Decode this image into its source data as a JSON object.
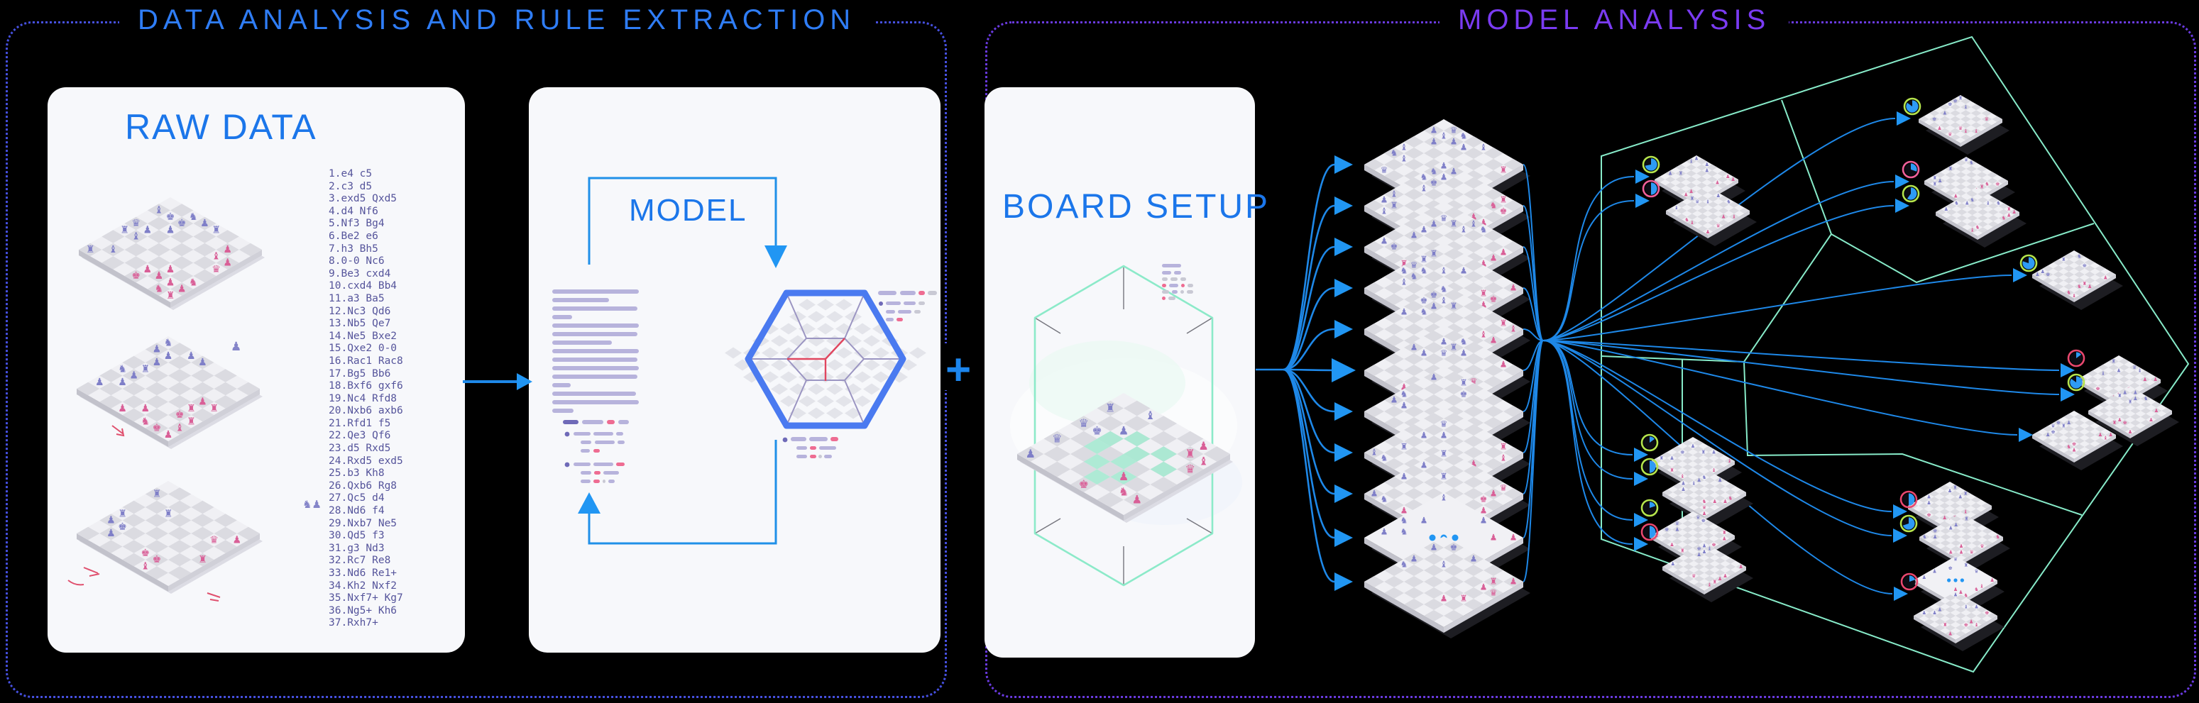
{
  "sections": {
    "left": {
      "title": "DATA ANALYSIS AND RULE EXTRACTION"
    },
    "right": {
      "title": "MODEL ANALYSIS"
    }
  },
  "panels": {
    "raw_data": {
      "title": "RAW DATA"
    },
    "model": {
      "title": "MODEL"
    },
    "board_setup": {
      "title": "BOARD SETUP"
    }
  },
  "moves": [
    "1.e4 c5",
    "2.c3 d5",
    "3.exd5 Qxd5",
    "4.d4 Nf6",
    "5.Nf3 Bg4",
    "6.Be2 e6",
    "7.h3 Bh5",
    "8.0-0 Nc6",
    "9.Be3 cxd4",
    "10.cxd4 Bb4",
    "11.a3 Ba5",
    "12.Nc3 Qd6",
    "13.Nb5 Qe7",
    "14.Ne5 Bxe2",
    "15.Qxe2 0-0",
    "16.Rac1 Rac8",
    "17.Bg5 Bb6",
    "18.Bxf6 gxf6",
    "19.Nc4 Rfd8",
    "20.Nxb6 axb6",
    "21.Rfd1 f5",
    "22.Qe3 Qf6",
    "23.d5 Rxd5",
    "24.Rxd5 exd5",
    "25.b3 Kh8",
    "26.Qxb6 Rg8",
    "27.Qc5 d4",
    "28.Nd6 f4",
    "29.Nxb7 Ne5",
    "30.Qd5 f3",
    "31.g3 Nd3",
    "32.Rc7 Re8",
    "33.Nd6 Re1+",
    "34.Kh2 Nxf2",
    "35.Nxf7+ Kg7",
    "36.Ng5+ Kh6",
    "37.Rxh7+"
  ],
  "connector": {
    "plus": "+"
  },
  "stack": {
    "board_count": 11,
    "ellipsis": "..."
  },
  "tree": {
    "ellipsis": "...",
    "nodes": [
      {
        "id": "node-1",
        "boards": 2,
        "pies": [
          {
            "ring": "green",
            "share": 0.72
          },
          {
            "ring": "pink",
            "share": 0.5
          }
        ]
      },
      {
        "id": "node-2",
        "boards": 1,
        "pies": [
          {
            "ring": "green",
            "share": 0.85
          }
        ]
      },
      {
        "id": "node-3",
        "boards": 2,
        "pies": [
          {
            "ring": "pink",
            "share": 0.3
          },
          {
            "ring": "green",
            "share": 0.6
          }
        ]
      },
      {
        "id": "node-4",
        "boards": 1,
        "pies": [
          {
            "ring": "green",
            "share": 0.8
          }
        ]
      },
      {
        "id": "node-5",
        "boards": 2,
        "pies": [
          {
            "ring": "red",
            "share": 0.15
          },
          {
            "ring": "green",
            "share": 0.85
          }
        ]
      },
      {
        "id": "node-6",
        "boards": 1,
        "pies": []
      },
      {
        "id": "node-7",
        "boards": 2,
        "pies": [
          {
            "ring": "green",
            "share": 0.15
          },
          {
            "ring": "green",
            "share": 0.5
          }
        ]
      },
      {
        "id": "node-8",
        "boards": 2,
        "pies": [
          {
            "ring": "green",
            "share": 0.2
          },
          {
            "ring": "red",
            "share": 0.5
          }
        ]
      },
      {
        "id": "node-9",
        "boards": 4,
        "pies": [
          {
            "ring": "red",
            "share": 0.5
          },
          {
            "ring": "green",
            "share": 0.7
          },
          {
            "ring": "red",
            "share": 0.2
          }
        ]
      }
    ]
  },
  "colors": {
    "accent_blue": "#1e88e8",
    "accent_mint": "#87ebc9",
    "accent_purple": "#7a3bf2",
    "pie_green": "#b5e44d",
    "pie_pink": "#f0609a",
    "pie_red": "#e8486f",
    "pie_fill": "#2e9bf5"
  }
}
